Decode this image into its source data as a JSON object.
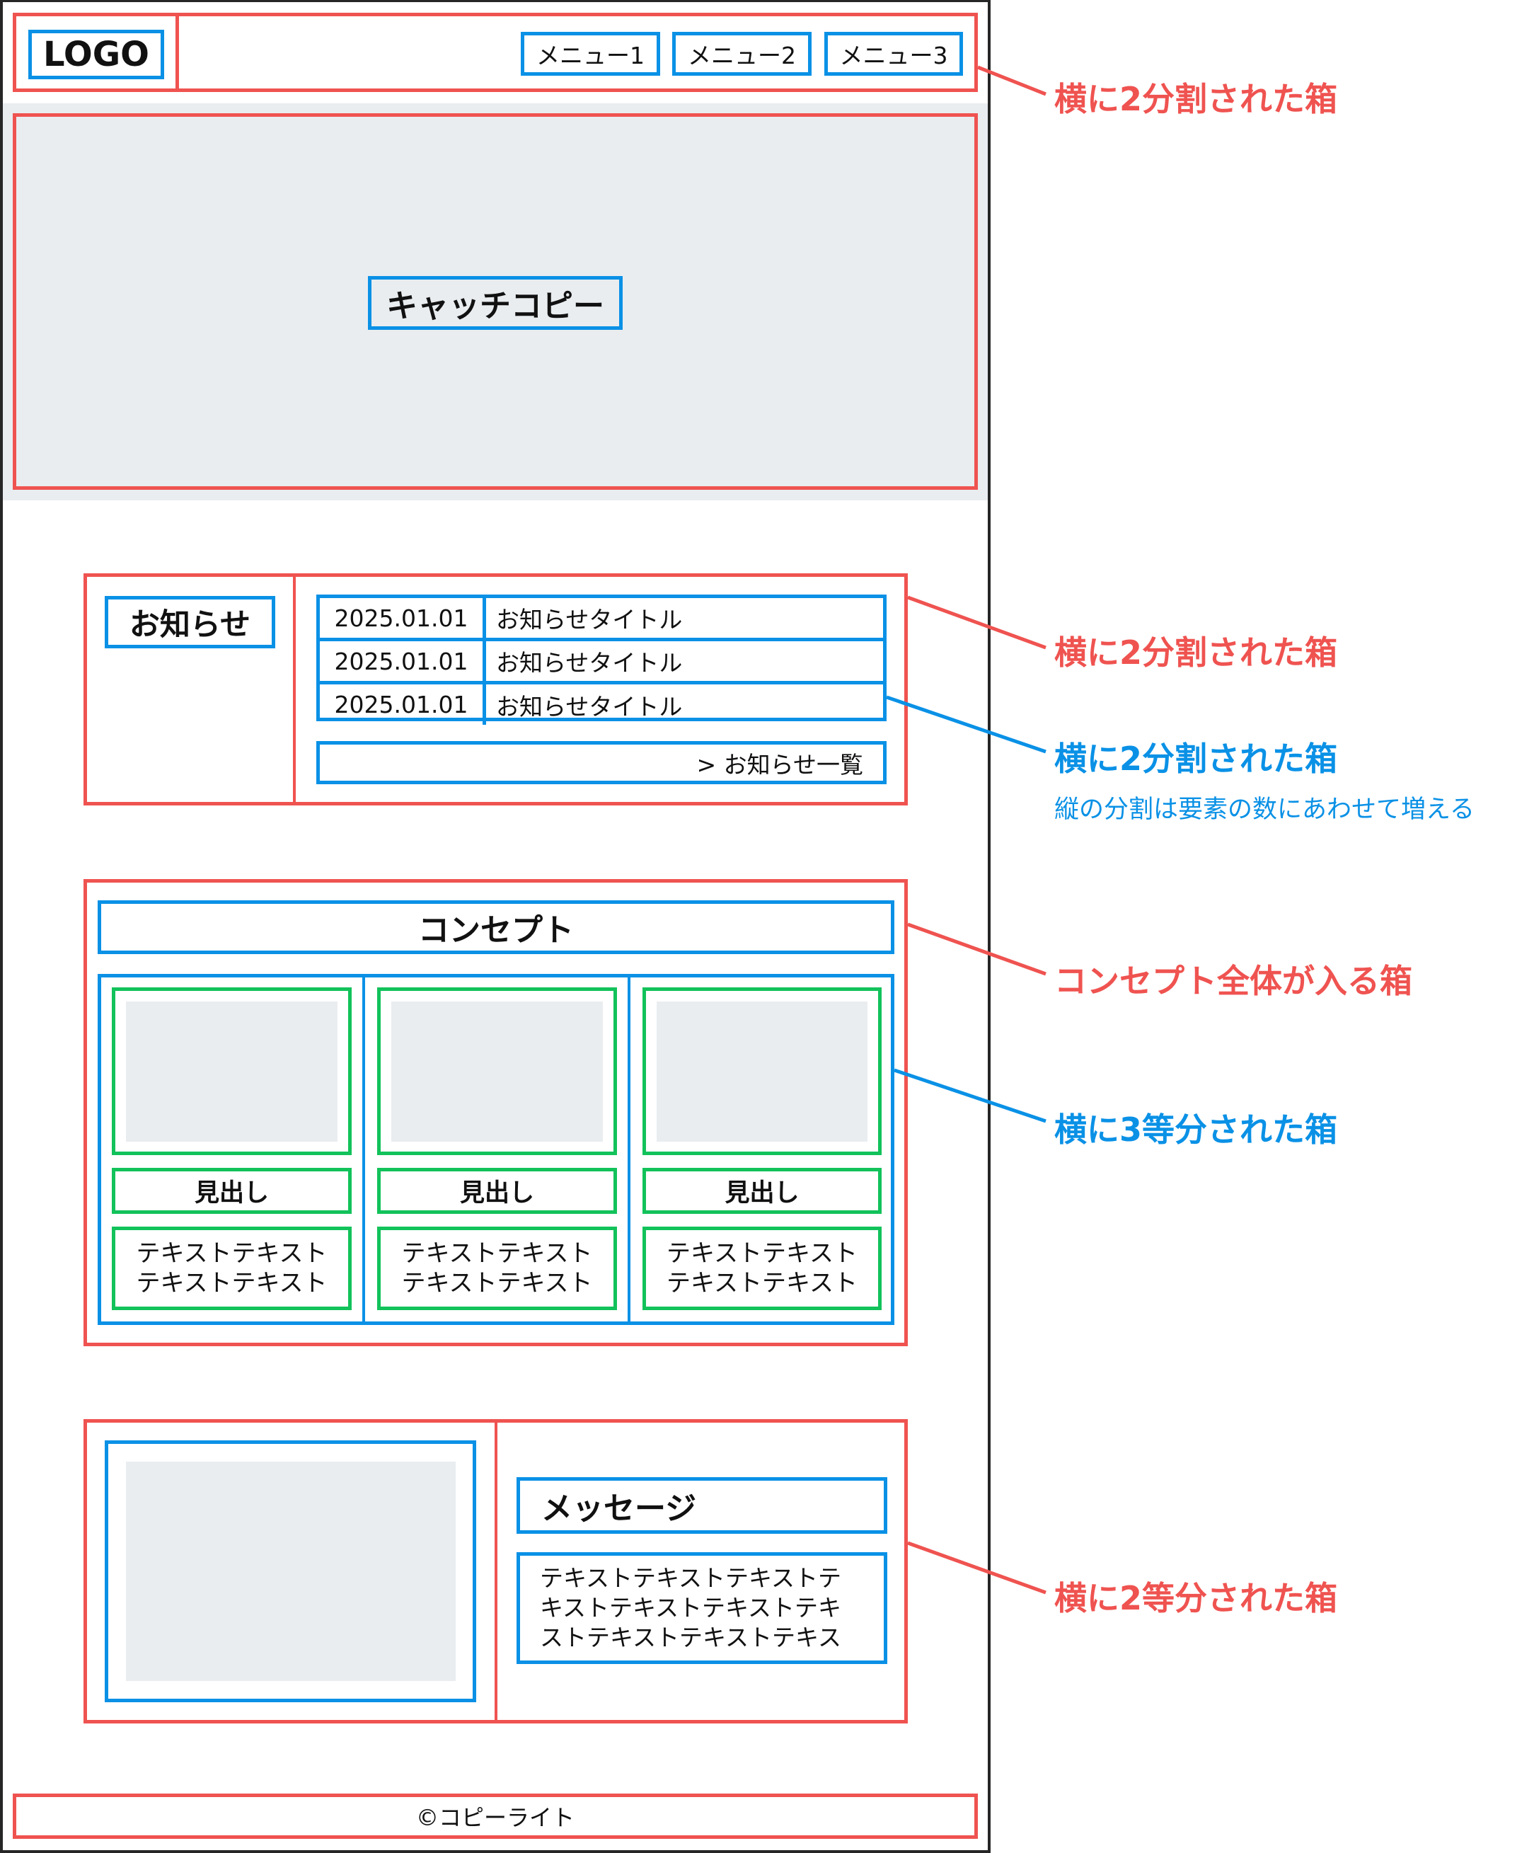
{
  "header": {
    "logo": "LOGO",
    "menu": [
      "メニュー1",
      "メニュー2",
      "メニュー3"
    ]
  },
  "hero": {
    "catch_copy": "キャッチコピー"
  },
  "news": {
    "heading": "お知らせ",
    "items": [
      {
        "date": "2025.01.01",
        "title": "お知らせタイトル"
      },
      {
        "date": "2025.01.01",
        "title": "お知らせタイトル"
      },
      {
        "date": "2025.01.01",
        "title": "お知らせタイトル"
      }
    ],
    "more_link": "> お知らせ一覧"
  },
  "concept": {
    "title": "コンセプト",
    "cards": [
      {
        "heading": "見出し",
        "text_lines": [
          "テキストテキスト",
          "テキストテキスト"
        ]
      },
      {
        "heading": "見出し",
        "text_lines": [
          "テキストテキスト",
          "テキストテキスト"
        ]
      },
      {
        "heading": "見出し",
        "text_lines": [
          "テキストテキスト",
          "テキストテキスト"
        ]
      }
    ]
  },
  "message": {
    "heading": "メッセージ",
    "text_lines": [
      "テキストテキストテキストテ",
      "キストテキストテキストテキ",
      "ストテキストテキストテキス"
    ]
  },
  "footer": {
    "copyright": "©コピーライト"
  },
  "annotations": {
    "header": "横に2分割された箱",
    "news_outer": "横に2分割された箱",
    "news_table": "横に2分割された箱",
    "news_table_note": "縦の分割は要素の数にあわせて増える",
    "concept_outer": "コンセプト全体が入る箱",
    "concept_grid": "横に3等分された箱",
    "message": "横に2等分された箱"
  },
  "colors": {
    "section_box": "#ef5350",
    "element_box": "#0a91e6",
    "card_box": "#12c25a",
    "placeholder": "#e9edf0"
  }
}
